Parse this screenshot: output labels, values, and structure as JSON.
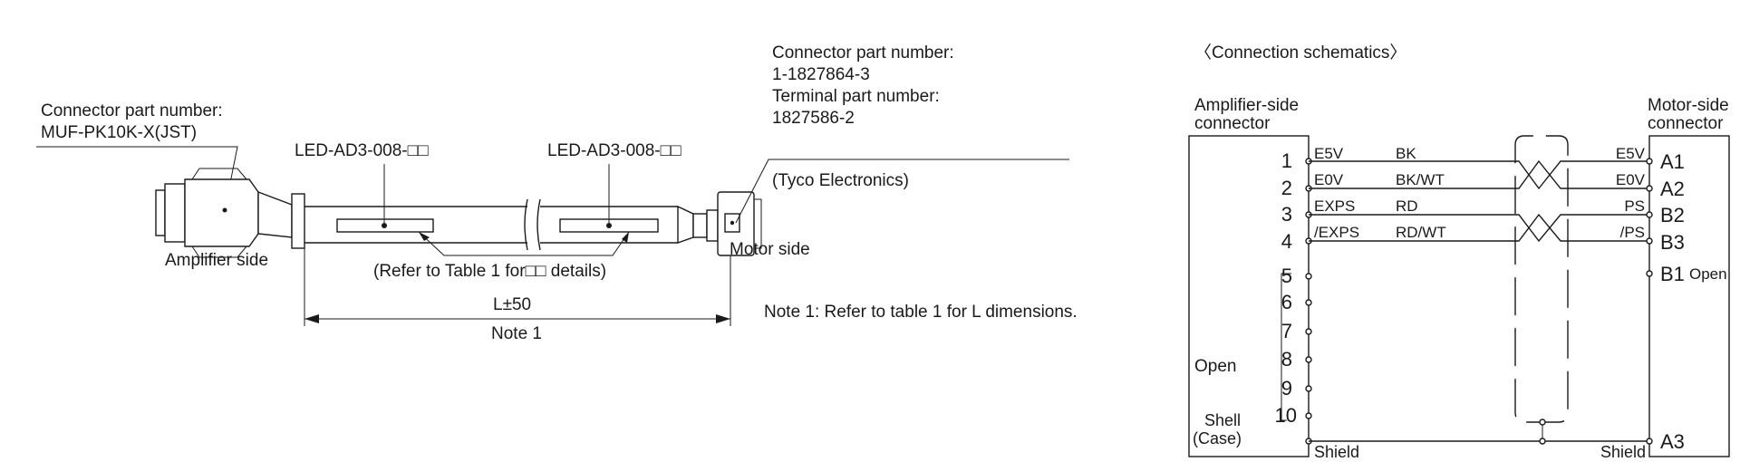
{
  "cable": {
    "amp_connector_label": "Connector part number:",
    "amp_connector_part": "MUF-PK10K-X(JST)",
    "cable_label_left": "LED-AD3-008-□□",
    "cable_label_right": "LED-AD3-008-□□",
    "motor_connector_label": "Connector part number:",
    "motor_connector_part": "1-1827864-3",
    "motor_terminal_label": "Terminal part number:",
    "motor_terminal_part": "1827586-2",
    "motor_maker": "(Tyco Electronics)",
    "amplifier_side": "Amplifier side",
    "motor_side": "Motor side",
    "refer_note": "(Refer to Table 1 for□□ details)",
    "length": "L±50",
    "length_note": "Note 1",
    "note1": "Note 1: Refer to table 1 for L dimensions."
  },
  "schematic": {
    "title": "〈Connection schematics〉",
    "amp_header_1": "Amplifier-side",
    "amp_header_2": "connector",
    "motor_header_1": "Motor-side",
    "motor_header_2": "connector",
    "open_label": "Open",
    "shell_1": "Shell",
    "shell_2": "(Case)",
    "shield_left": "Shield",
    "shield_right": "Shield",
    "b1_open": "Open",
    "wires": [
      {
        "left_pin": "1",
        "left_sig": "E5V",
        "color": "BK",
        "right_sig": "E5V",
        "right_pin": "A1"
      },
      {
        "left_pin": "2",
        "left_sig": "E0V",
        "color": "BK/WT",
        "right_sig": "E0V",
        "right_pin": "A2"
      },
      {
        "left_pin": "3",
        "left_sig": "EXPS",
        "color": "RD",
        "right_sig": "PS",
        "right_pin": "B2"
      },
      {
        "left_pin": "4",
        "left_sig": "/EXPS",
        "color": "RD/WT",
        "right_sig": "/PS",
        "right_pin": "B3"
      }
    ],
    "open_pins": [
      "5",
      "6",
      "7",
      "8",
      "9",
      "10"
    ],
    "b1_pin": "B1",
    "a3_pin": "A3"
  }
}
